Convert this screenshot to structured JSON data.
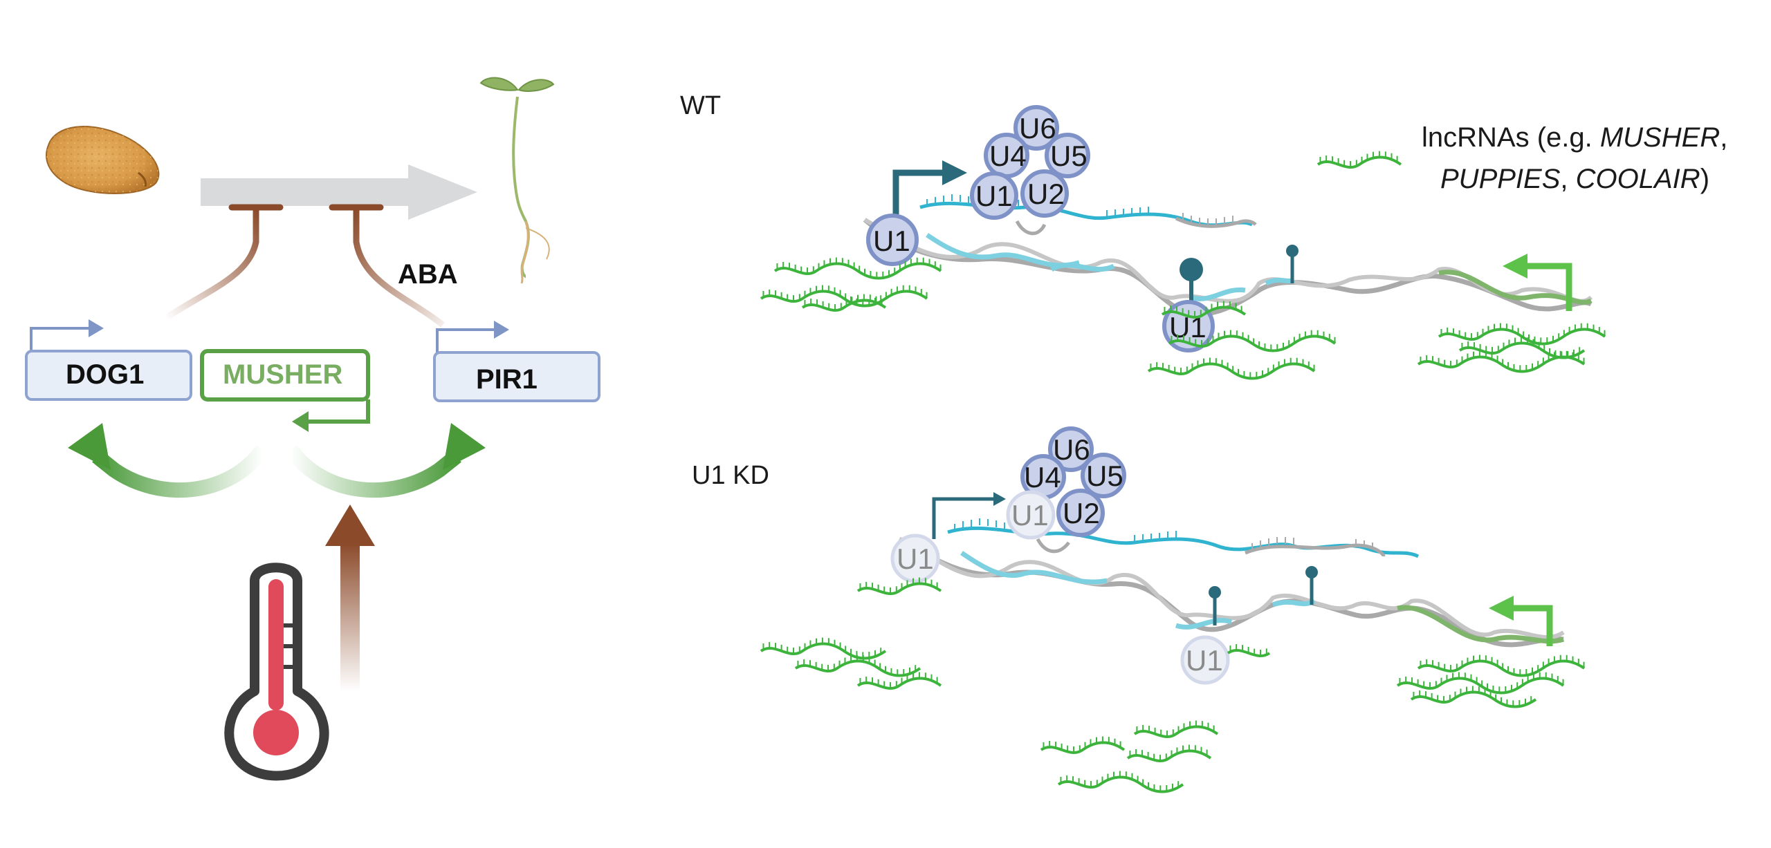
{
  "left_panel": {
    "aba_label": "ABA",
    "genes": {
      "dog1": "DOG1",
      "musher": "MUSHER",
      "pir1": "PIR1"
    }
  },
  "wt_panel": {
    "label": "WT",
    "snrnps": [
      "U1",
      "U2",
      "U4",
      "U5",
      "U6"
    ]
  },
  "kd_panel": {
    "label": "U1 KD"
  },
  "legend": {
    "prefix": "lncRNAs (e.g. ",
    "examples": [
      "MUSHER",
      "PUPPIES",
      "COOLAIR"
    ],
    "separator": ", ",
    "suffix": ")"
  },
  "colors": {
    "lncrna_green": "#3cb43c",
    "gene_box_fill": "#e8eef8",
    "gene_box_stroke": "#8ea3cf",
    "musher_green": "#5aa046",
    "inhibition_brown": "#8b4a2a",
    "snrnp_fill": "#c9d2ea",
    "snrnp_stroke": "#7f92c8",
    "promoter_arrow_teal": "#2b6a7a",
    "pre_mrna_teal": "#2fb3cf",
    "thermometer_red": "#e04a5a"
  }
}
